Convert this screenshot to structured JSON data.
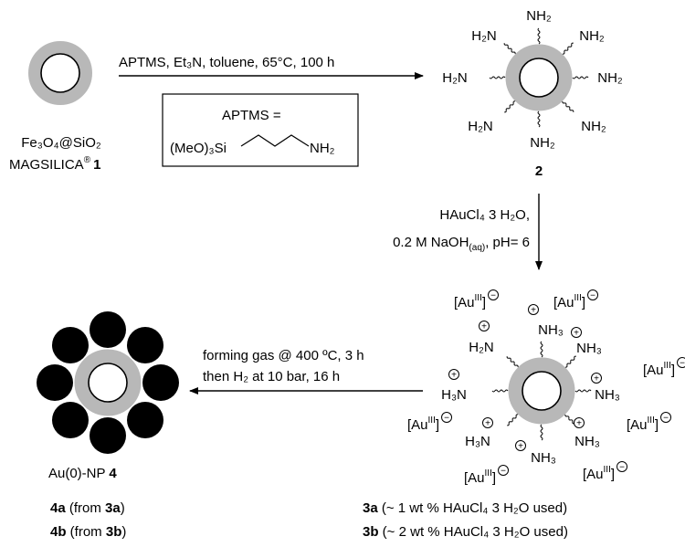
{
  "step1": {
    "conditions": "APTMS, Et₃N, toluene, 65°C, 100 h",
    "box_title": "APTMS =",
    "box_formula": "(MeO)₃Si",
    "box_amine": "NH₂"
  },
  "compound1": {
    "formula": "Fe₃O₄@SiO₂",
    "name": "MAGSILICA",
    "registered": "®",
    "number": "1"
  },
  "compound2": {
    "number": "2",
    "group": "NH₂",
    "group_left": "H₂N"
  },
  "step2": {
    "line1": "HAuCl₄ 3 H₂O,",
    "line2_main": "0.2 M NaOH",
    "line2_sub": "(aq)",
    "line2_end": ", pH= 6"
  },
  "compound3": {
    "nh3": "NH₃",
    "h3n": "H₃N",
    "h2n": "H₂N",
    "counterion_main": "[Au",
    "counterion_sup": "III",
    "counterion_end": "]",
    "plus": "+",
    "minus": "−",
    "note_3a_label": "3a",
    "note_3a_text": " (~ 1 wt % HAuCl₄ 3 H₂O used)",
    "note_3b_label": "3b",
    "note_3b_text": " (~ 2 wt % HAuCl₄ 3 H₂O used)"
  },
  "step3": {
    "line1": "forming gas @ 400 ºC, 3 h",
    "line2": "then H₂ at 10 bar, 16 h"
  },
  "compound4": {
    "au_main": "Au",
    "au_sup": "0",
    "name_prefix": "Au(0)-NP ",
    "number": "4",
    "from_4a_label": "4a",
    "from_4a_text": "  (from ",
    "from_4a_ref": "3a",
    "from_4a_close": ")",
    "from_4b_label": "4b",
    "from_4b_text": "  (from ",
    "from_4b_ref": "3b",
    "from_4b_close": ")"
  },
  "colors": {
    "shell": "#b8b8b8",
    "au_particle": "#000000",
    "line": "#000000"
  }
}
